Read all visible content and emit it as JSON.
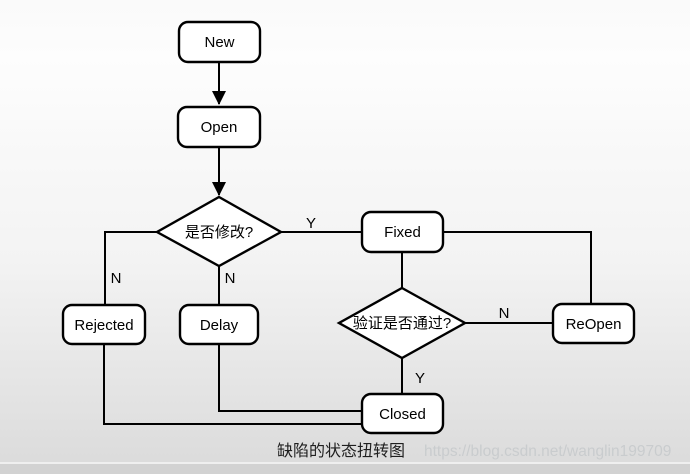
{
  "diagram": {
    "title_hint": "defect state transition flowchart",
    "nodes": {
      "new": "New",
      "open": "Open",
      "fixed": "Fixed",
      "rejected": "Rejected",
      "delay": "Delay",
      "reopen": "ReOpen",
      "closed": "Closed"
    },
    "decisions": {
      "modify": "是否修改?",
      "verify": "验证是否通过?"
    },
    "edge_labels": {
      "modify_yes": "Y",
      "modify_no_to_rejected": "N",
      "modify_no_to_delay": "N",
      "verify_no": "N",
      "verify_yes": "Y"
    }
  },
  "footer": {
    "caption": "缺陷的状态扭转图",
    "watermark": "https://blog.csdn.net/wanglin199709"
  },
  "colors": {
    "node_fill": "#ffffff",
    "stroke": "#000000",
    "text": "#000000",
    "background_top": "#fdfdfd",
    "background_bottom": "#dbdbdb",
    "bottom_bar": "#d2d2d2",
    "caption_text": "#1f1f1f",
    "watermark_text": "#c9ccce"
  }
}
